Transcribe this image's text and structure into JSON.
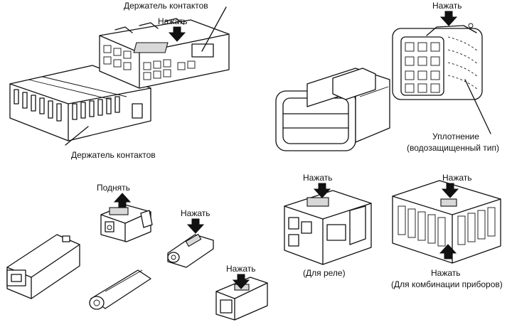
{
  "labels": {
    "holder_top": "Держатель контактов",
    "holder_bottom": "Держатель контактов",
    "press_top_center": "Нажать",
    "press_top_right": "Нажать",
    "seal_line1": "Уплотнение",
    "seal_line2": "(водозащищенный тип)",
    "lift": "Поднять",
    "press_small": "Нажать",
    "press_bottom": "Нажать",
    "press_relay": "Нажать",
    "relay_caption": "(Для реле)",
    "press_instr_top": "Нажать",
    "press_instr_bottom": "Нажать",
    "instr_caption": "(Для комбинации приборов)"
  }
}
